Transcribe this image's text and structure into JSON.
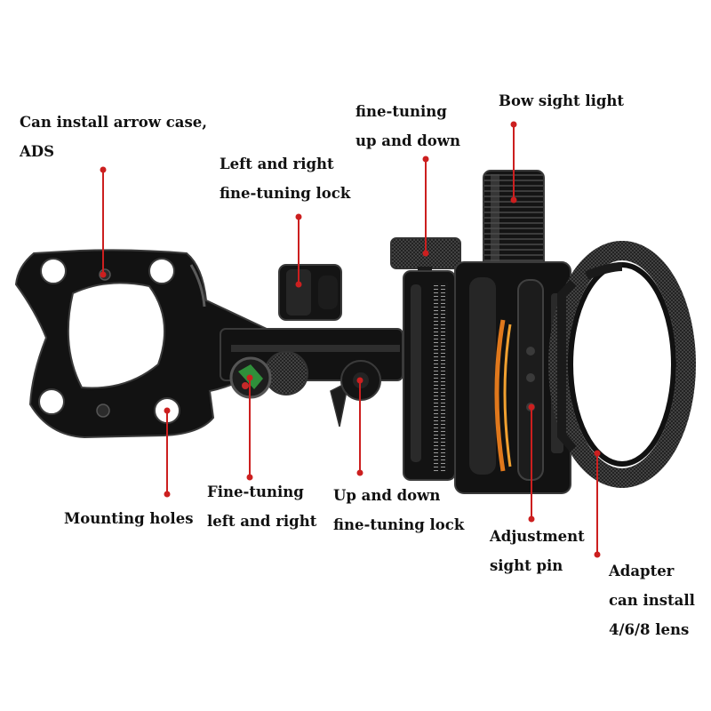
{
  "colors": {
    "pointer": "#cc1f1f",
    "metal": "#121212",
    "metal_edge": "#3a3a3a",
    "highlight": "#5a5a5a",
    "text": "#111111",
    "background": "#ffffff"
  },
  "labels": {
    "arrow_case": [
      "Can install arrow case,",
      "ADS"
    ],
    "lr_lock": [
      "Left and right",
      "fine-tuning lock"
    ],
    "ud_fine": [
      "fine-tuning",
      "up and down"
    ],
    "sight_light": [
      "Bow sight light"
    ],
    "mounting_holes": [
      "Mounting holes"
    ],
    "lr_fine": [
      "Fine-tuning",
      "left and right"
    ],
    "ud_lock": [
      "Up and down",
      "fine-tuning lock"
    ],
    "sight_pin": [
      "Adjustment",
      "sight pin"
    ],
    "adapter": [
      "Adapter",
      "can install",
      "4/6/8 lens"
    ]
  }
}
